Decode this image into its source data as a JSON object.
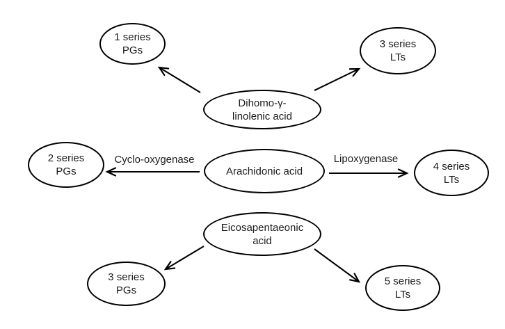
{
  "diagram": {
    "background_color": "#ffffff",
    "stroke_color": "#000000",
    "text_color": "#1c1c1c",
    "nodes": [
      {
        "id": "1-series-pgs",
        "line1": "1 series",
        "line2": "PGs"
      },
      {
        "id": "3-series-lts",
        "line1": "3 series",
        "line2": "LTs"
      },
      {
        "id": "dihomo-linolenic-acid",
        "line1": "Dihomo-γ-",
        "line2": "linolenic acid"
      },
      {
        "id": "2-series-pgs",
        "line1": "2 series",
        "line2": "PGs"
      },
      {
        "id": "arachidonic-acid",
        "line1": "Arachidonic acid",
        "line2": ""
      },
      {
        "id": "4-series-lts",
        "line1": "4 series",
        "line2": "LTs"
      },
      {
        "id": "eicosapentaeonic-acid",
        "line1": "Eicosapentaeonic",
        "line2": "acid"
      },
      {
        "id": "3-series-pgs",
        "line1": "3 series",
        "line2": "PGs"
      },
      {
        "id": "5-series-lts",
        "line1": "5 series",
        "line2": "LTs"
      }
    ],
    "edges": [
      {
        "from": "dihomo-linolenic-acid",
        "to": "1-series-pgs",
        "label": ""
      },
      {
        "from": "dihomo-linolenic-acid",
        "to": "3-series-lts",
        "label": ""
      },
      {
        "from": "arachidonic-acid",
        "to": "2-series-pgs",
        "label": "Cyclo-oxygenase"
      },
      {
        "from": "arachidonic-acid",
        "to": "4-series-lts",
        "label": "Lipoxygenase"
      },
      {
        "from": "eicosapentaeonic-acid",
        "to": "3-series-pgs",
        "label": ""
      },
      {
        "from": "eicosapentaeonic-acid",
        "to": "5-series-lts",
        "label": ""
      }
    ]
  }
}
